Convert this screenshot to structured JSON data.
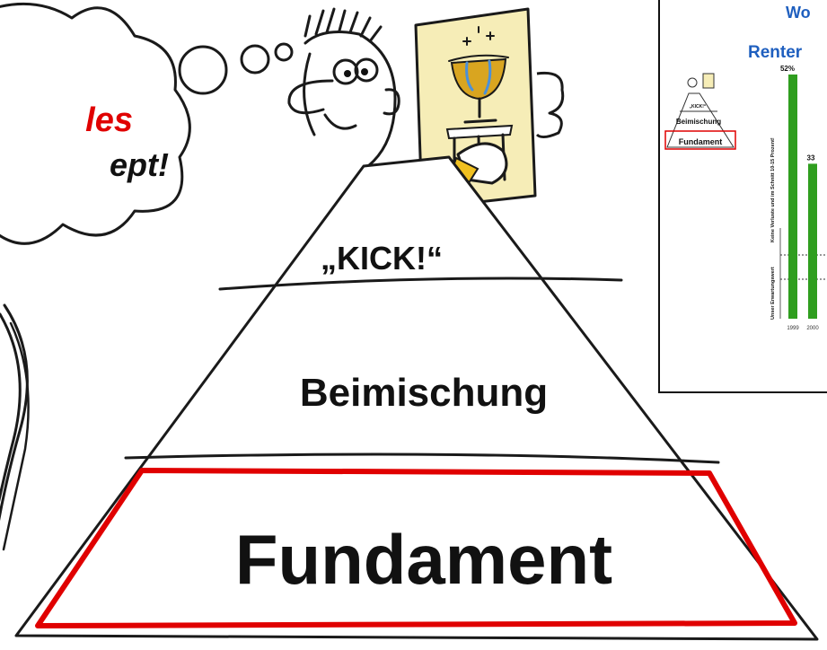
{
  "thought_bubble": {
    "line1": "les",
    "line2": "ept!"
  },
  "pyramid": {
    "top": "„KICK!“",
    "middle": "Beimischung",
    "base": "Fundament"
  },
  "inset": {
    "title_line1": "Wo",
    "title_line2": "Renter",
    "mini_pyramid": {
      "top": "„KICK!“",
      "middle": "Beimischung",
      "base": "Fundament"
    },
    "y_axis_label_upper": "Keine Verluste und im Schnitt 10-15 Prozent!",
    "y_axis_label_lower": "Unser Erwartungswert",
    "chart_data": {
      "type": "bar",
      "categories": [
        "1999",
        "2000"
      ],
      "values": [
        52,
        33
      ],
      "data_labels": [
        "52%",
        "33"
      ],
      "ylim": [
        0,
        55
      ]
    }
  },
  "colors": {
    "highlight_red": "#e00000",
    "bar_green": "#2f9e1f",
    "title_blue": "#1f5fbf",
    "title_red": "#c0392b",
    "card_yellow": "#f6edb7"
  }
}
